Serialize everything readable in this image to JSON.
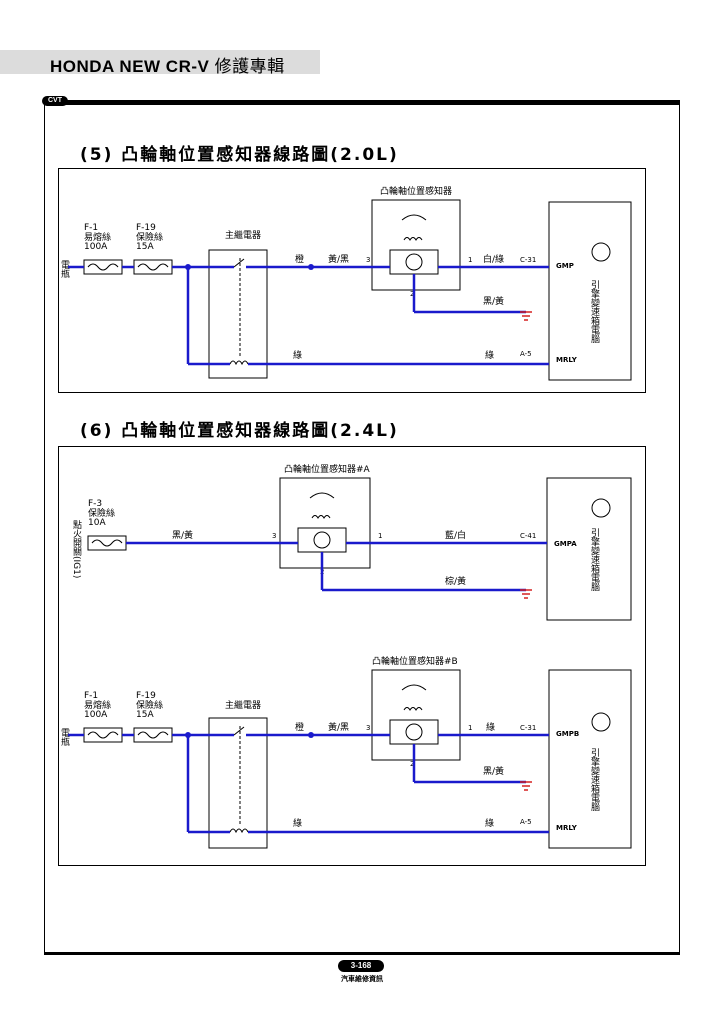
{
  "header": {
    "brand": "HONDA   NEW CR-V",
    "suffix": "修護專輯"
  },
  "logo_text": "CVT",
  "sections": {
    "s5_title": "(5)  凸輪軸位置感知器線路圖(2.0L)",
    "s6_title": "(6)  凸輪軸位置感知器線路圖(2.4L)"
  },
  "diagram1": {
    "battery": "電瓶",
    "fuse1_code": "F-1",
    "fuse1_name": "易熔絲",
    "fuse1_rating": "100A",
    "fuse2_code": "F-19",
    "fuse2_name": "保險絲",
    "fuse2_rating": "15A",
    "relay": "主繼電器",
    "sensor": "凸輪軸位置感知器",
    "wire_orange": "橙",
    "wire_yel_blk": "黃/黑",
    "wire_white_green": "白/綠",
    "wire_blk_yel": "黑/黃",
    "wire_green_left": "綠",
    "wire_green_right": "綠",
    "pin3": "3",
    "pin1": "1",
    "pin2": "2",
    "conn_c31": "C-31",
    "conn_a5": "A-5",
    "term_gmp": "GMP",
    "term_mrly": "MRLY",
    "ecu": "引擎變速箱電腦"
  },
  "diagram2": {
    "ignition": "點火開關(IG1)",
    "fuse_code": "F-3",
    "fuse_name": "保險絲",
    "fuse_rating": "10A",
    "sensor_a": "凸輪軸位置感知器#A",
    "wire_blk_yel": "黑/黃",
    "wire_blue_white": "藍/白",
    "wire_brown_yel": "棕/黃",
    "pin3": "3",
    "pin1": "1",
    "pin2": "2",
    "conn_c41": "C-41",
    "term_gmpa": "GMPA",
    "ecu_top": "引擎變速箱電腦",
    "battery": "電瓶",
    "fuse1_code": "F-1",
    "fuse1_name": "易熔絲",
    "fuse1_rating": "100A",
    "fuse2_code": "F-19",
    "fuse2_name": "保險絲",
    "fuse2_rating": "15A",
    "relay": "主繼電器",
    "sensor_b": "凸輪軸位置感知器#B",
    "wire_orange": "橙",
    "wire_yel_blk": "黃/黑",
    "wire_green1": "綠",
    "wire_blk_yel_b": "黑/黃",
    "wire_green_left": "綠",
    "wire_green_right": "綠",
    "pin3b": "3",
    "pin1b": "1",
    "pin2b": "2",
    "conn_c31": "C-31",
    "conn_a5": "A-5",
    "term_gmpb": "GMPB",
    "term_mrly": "MRLY",
    "ecu_bottom": "引擎變速箱電腦"
  },
  "footer": {
    "page": "3-168",
    "publisher": "汽車維修資訊"
  },
  "colors": {
    "wire": "#1a1acc",
    "accent_red": "#d42020"
  }
}
